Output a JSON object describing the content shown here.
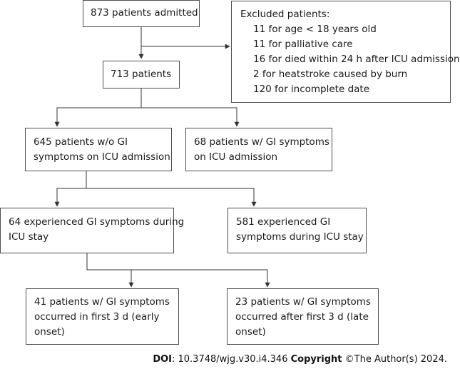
{
  "boxes": {
    "admitted": "873 patients admitted",
    "excluded": {
      "heading": "Excluded patients:",
      "items": [
        "11 for age < 18 years old",
        "11 for palliative care",
        "16 for died within 24 h after ICU admission",
        "2 for heatstroke caused by burn",
        "120 for incomplete date"
      ]
    },
    "remaining": "713 patients",
    "no_gi": [
      "645 patients w/o GI",
      "symptoms on ICU admission"
    ],
    "with_gi": [
      "68 patients w/ GI symptoms",
      "on ICU admission"
    ],
    "experienced": [
      "64 experienced GI symptoms during",
      "ICU stay"
    ],
    "not_experienced": [
      "581 experienced GI",
      "symptoms during ICU stay"
    ],
    "early": [
      "41 patients w/ GI symptoms",
      "occurred in first 3 d (early",
      "onset)"
    ],
    "late": [
      "23 patients w/ GI symptoms",
      "occurred after first 3 d (late",
      "onset)"
    ]
  },
  "footer": {
    "doi_label": "DOI",
    "doi_value": ": 10.3748/wjg.v30.i4.346 ",
    "copyright_label": "Copyright",
    "copyright_value": " ©The Author(s) 2024."
  }
}
